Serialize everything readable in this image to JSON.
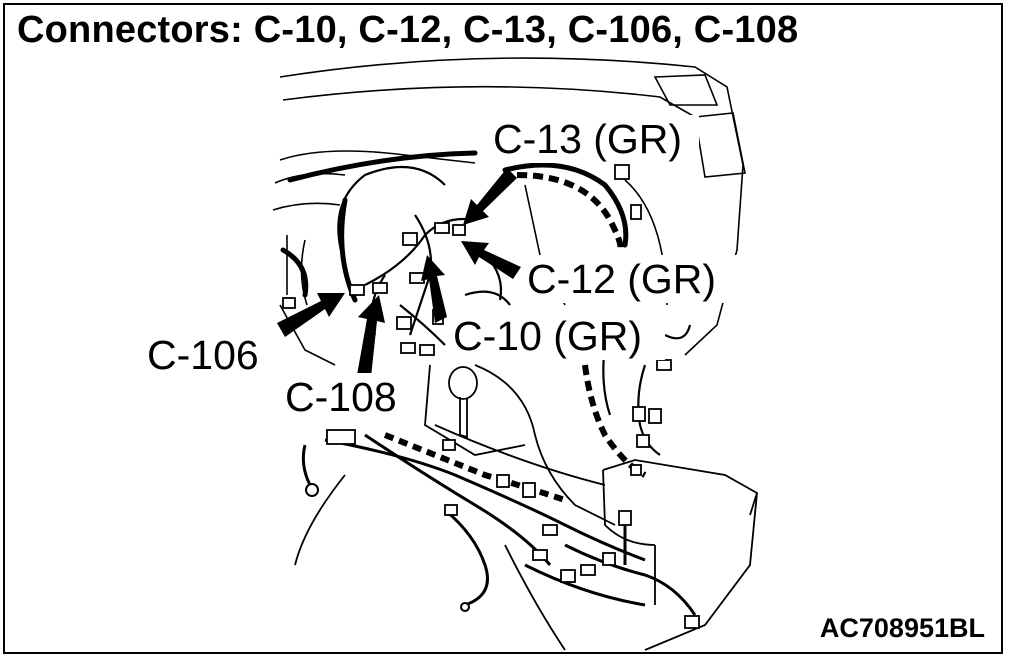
{
  "diagram": {
    "title": "Connectors: C-10, C-12, C-13, C-106, C-108",
    "reference_code": "AC708951BL",
    "callouts": [
      {
        "id": "c13",
        "label": "C-13 (GR)"
      },
      {
        "id": "c12",
        "label": "C-12 (GR)"
      },
      {
        "id": "c10",
        "label": "C-10 (GR)"
      },
      {
        "id": "c106",
        "label": "C-106"
      },
      {
        "id": "c108",
        "label": "C-108"
      }
    ],
    "colors": {
      "line": "#000000",
      "background": "#ffffff"
    }
  }
}
